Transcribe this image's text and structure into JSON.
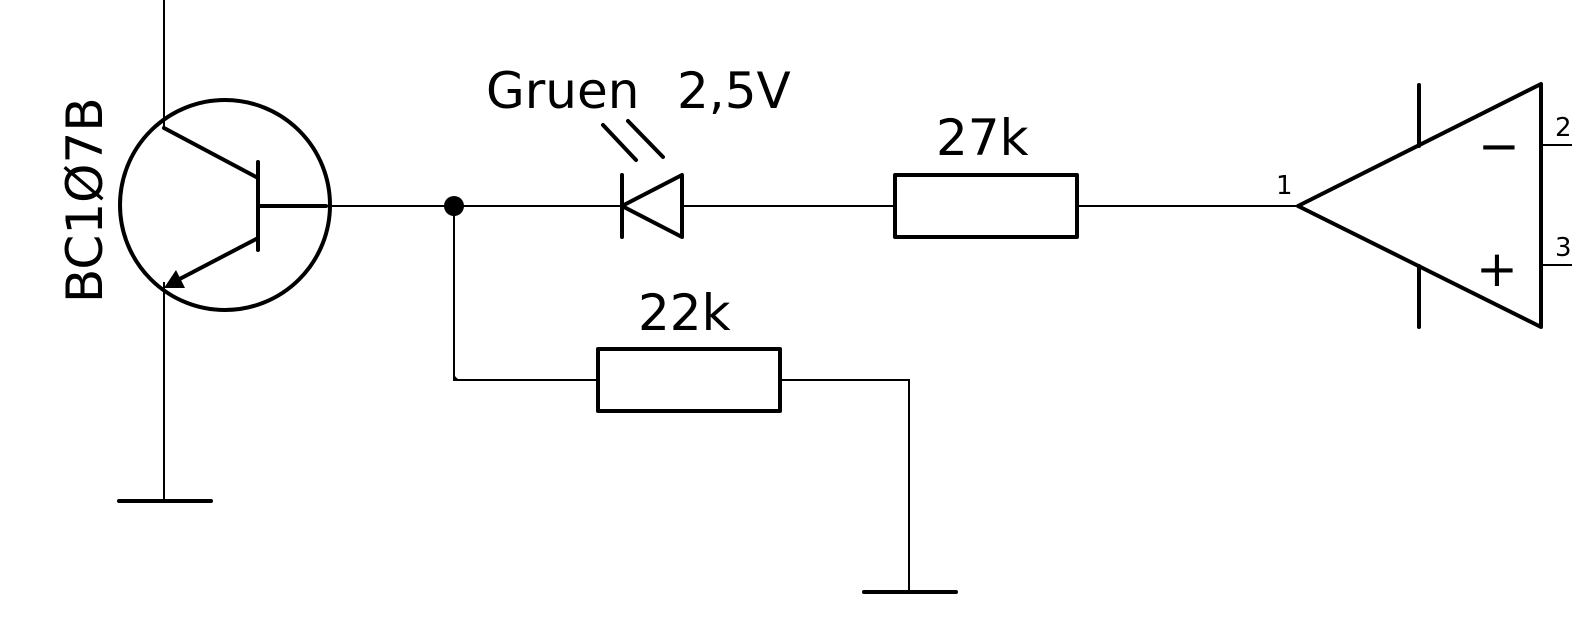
{
  "transistor": {
    "label": "BC1Ø7B"
  },
  "led": {
    "label": "Gruen",
    "voltage": "2,5V"
  },
  "resistors": [
    {
      "id": "r1",
      "value": "27k"
    },
    {
      "id": "r2",
      "value": "22k"
    }
  ],
  "opamp": {
    "output_pin": "1",
    "inverting_pin": "2",
    "noninverting_pin": "3",
    "minus_symbol": "−",
    "plus_symbol": "+"
  },
  "colors": {
    "ink": "#000000",
    "background": "#ffffff"
  }
}
